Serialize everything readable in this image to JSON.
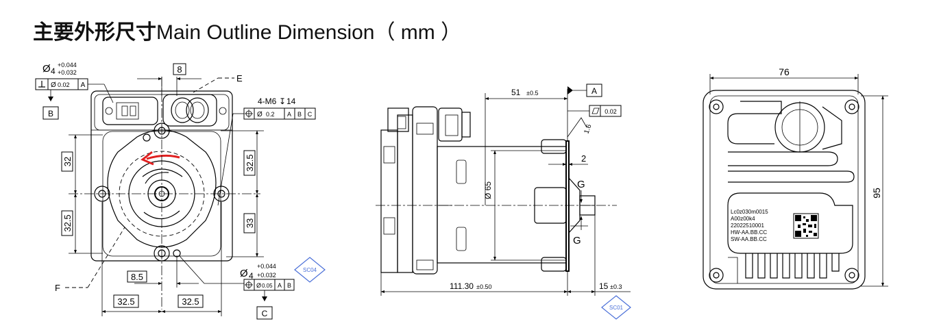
{
  "title": {
    "cn": "主要外形尺寸",
    "en": "Main Outline Dimension（ mm ）"
  },
  "front_view": {
    "dim_8": "8",
    "label_e": "E",
    "label_f": "F",
    "hole_top_note": "4-M6",
    "hole_top_depth": "14",
    "hole_top_frame": [
      "Ø",
      "0.2",
      "A",
      "B",
      "C"
    ],
    "pin_top_tol_upper": "+0.044",
    "pin_top_size": "4",
    "pin_top_tol_lower": "+0.032",
    "perp_frame": [
      "Ø",
      "0.02",
      "A"
    ],
    "datum_b": "B",
    "dim_32": "32",
    "dim_32_5_left": "32.5",
    "dim_32_5_right": "32.5",
    "dim_33": "33",
    "dim_8_5": "8.5",
    "dim_32_5_bottom_left": "32.5",
    "dim_32_5_bottom_right": "32.5",
    "pin_bot_tol_upper": "+0.044",
    "pin_bot_size": "4",
    "pin_bot_tol_lower": "+0.032",
    "pin_bot_frame": [
      "Ø",
      "0.05",
      "A",
      "B"
    ],
    "datum_c": "C",
    "badge_sc04": "SC04"
  },
  "side_view": {
    "dim_51": "51",
    "dim_51_tol": "±0.5",
    "datum_a": "A",
    "flatness_value": "0.02",
    "roughness": "1.6",
    "dim_2": "2",
    "dia_65": "Ø 65",
    "label_g_top": "G",
    "label_g_bottom": "G",
    "dim_111": "111.30",
    "dim_111_tol": "±0.50",
    "dim_15": "15",
    "dim_15_tol": "±0.3",
    "badge_sc01": "SC01"
  },
  "rear_view": {
    "dim_76": "76",
    "dim_95": "95",
    "label_lines": [
      "Lc0z030m0015",
      "A00z00k4",
      "22022510001",
      "HW-AA.BB.CC",
      "SW-AA.BB.CC"
    ]
  },
  "colors": {
    "arrow_red": "#e02020",
    "badge_blue": "#4a6fd8"
  }
}
